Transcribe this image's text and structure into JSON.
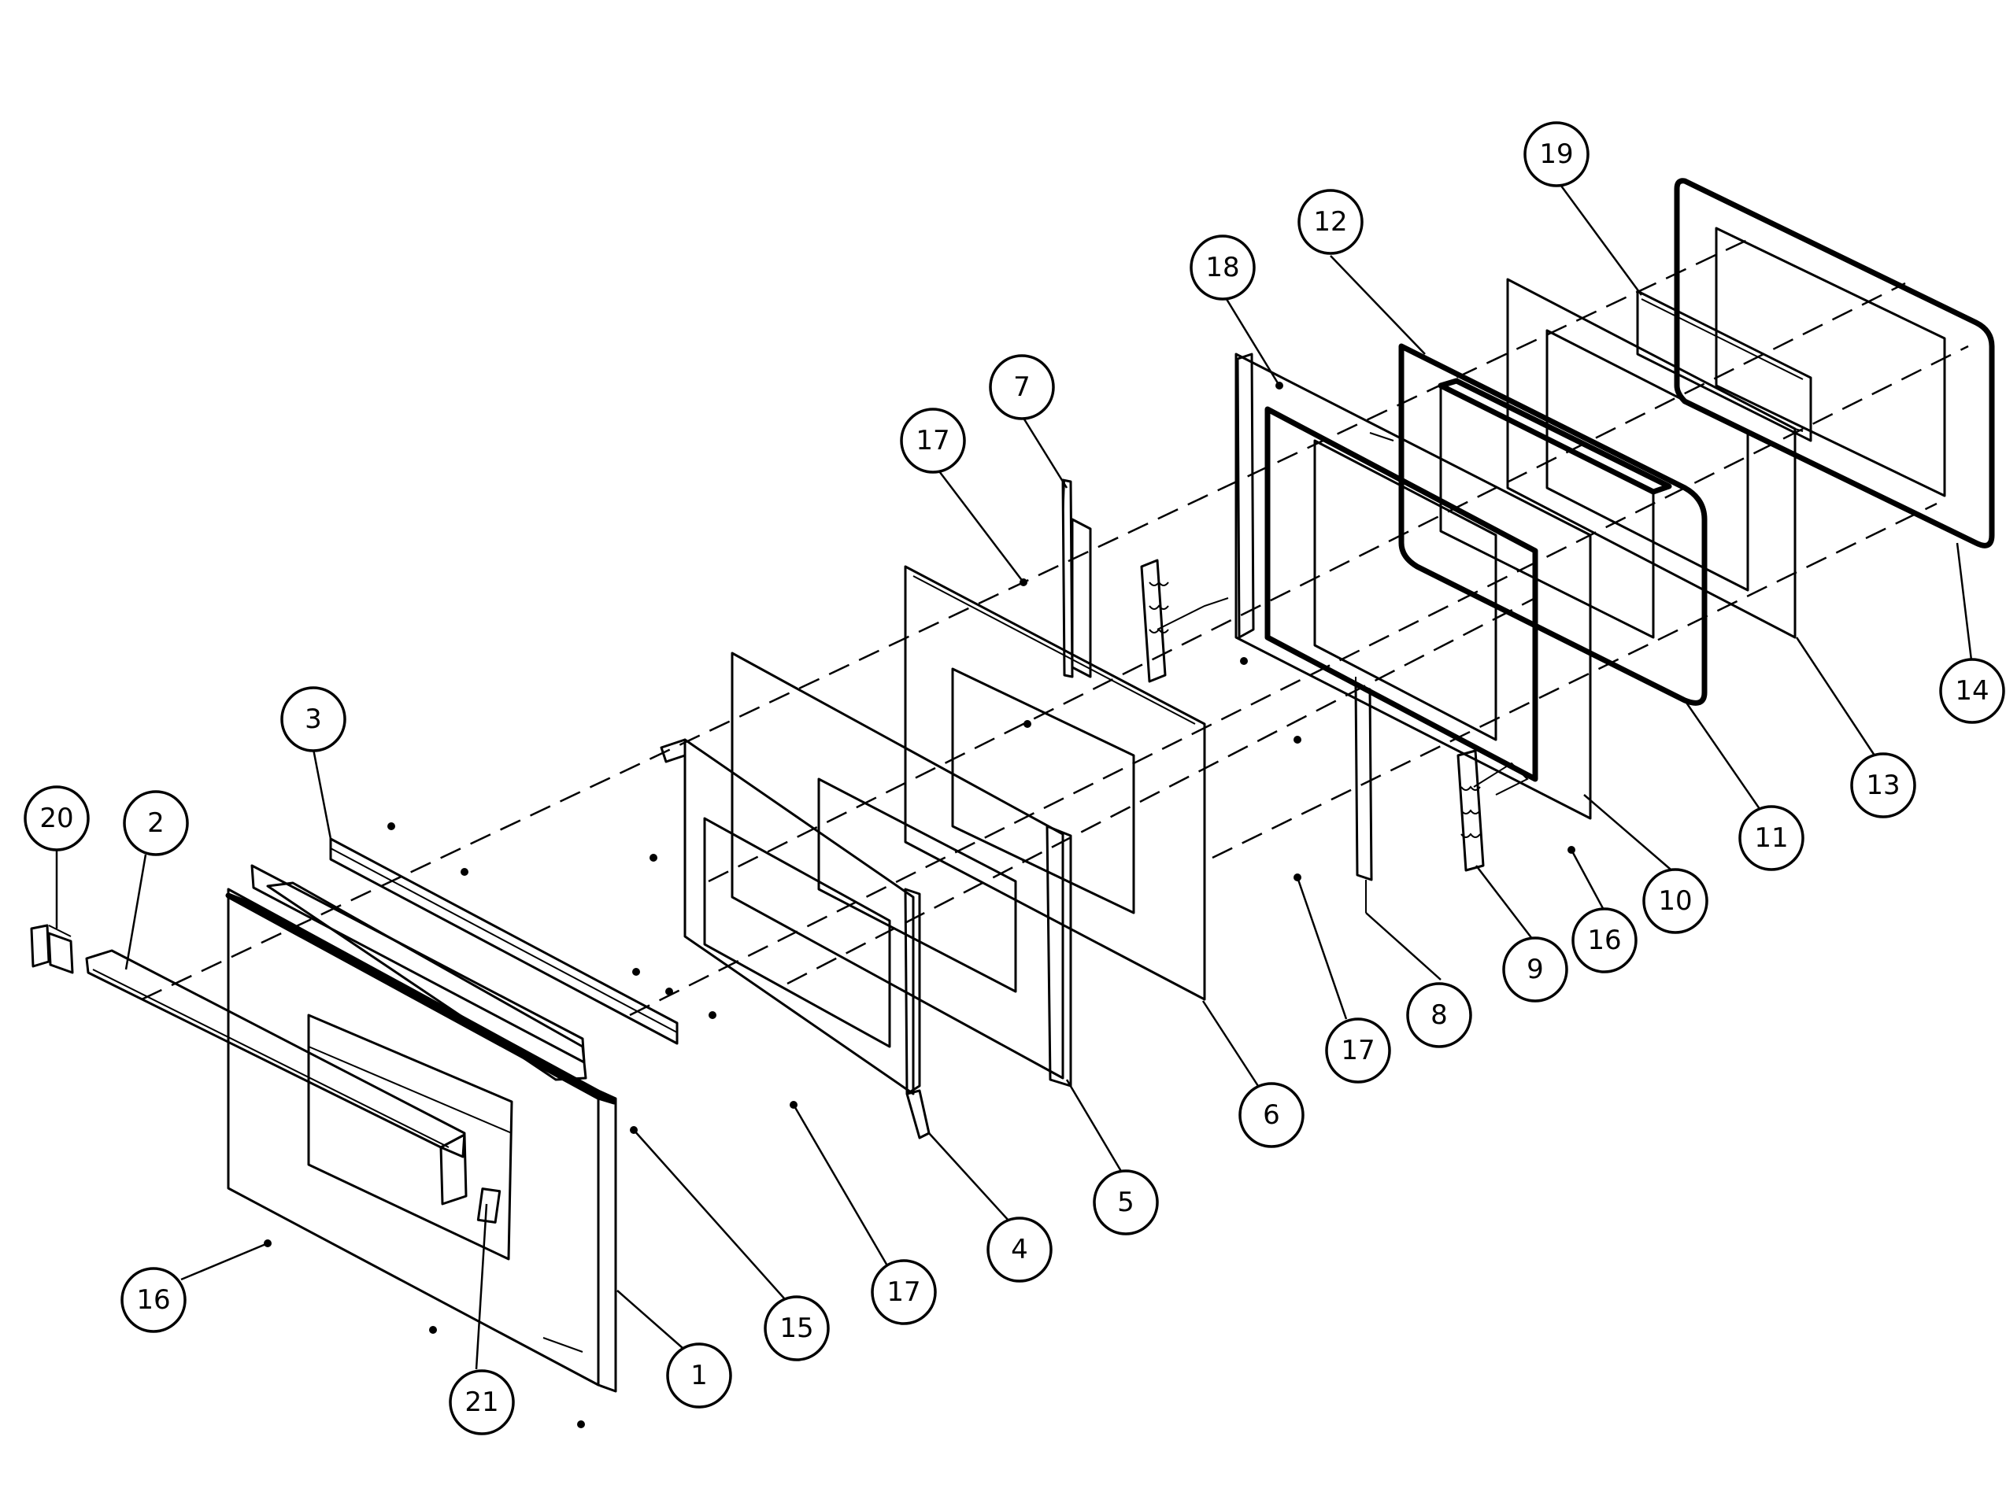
{
  "callouts": [
    {
      "id": "c1",
      "label": "1"
    },
    {
      "id": "c2",
      "label": "2"
    },
    {
      "id": "c3",
      "label": "3"
    },
    {
      "id": "c4",
      "label": "4"
    },
    {
      "id": "c5",
      "label": "5"
    },
    {
      "id": "c6",
      "label": "6"
    },
    {
      "id": "c7",
      "label": "7"
    },
    {
      "id": "c8",
      "label": "8"
    },
    {
      "id": "c9",
      "label": "9"
    },
    {
      "id": "c10",
      "label": "10"
    },
    {
      "id": "c11",
      "label": "11"
    },
    {
      "id": "c12",
      "label": "12"
    },
    {
      "id": "c13",
      "label": "13"
    },
    {
      "id": "c14",
      "label": "14"
    },
    {
      "id": "c15",
      "label": "15"
    },
    {
      "id": "c16a",
      "label": "16"
    },
    {
      "id": "c16b",
      "label": "16"
    },
    {
      "id": "c17a",
      "label": "17"
    },
    {
      "id": "c17b",
      "label": "17"
    },
    {
      "id": "c17c",
      "label": "17"
    },
    {
      "id": "c18",
      "label": "18"
    },
    {
      "id": "c19",
      "label": "19"
    },
    {
      "id": "c20",
      "label": "20"
    },
    {
      "id": "c21",
      "label": "21"
    }
  ]
}
